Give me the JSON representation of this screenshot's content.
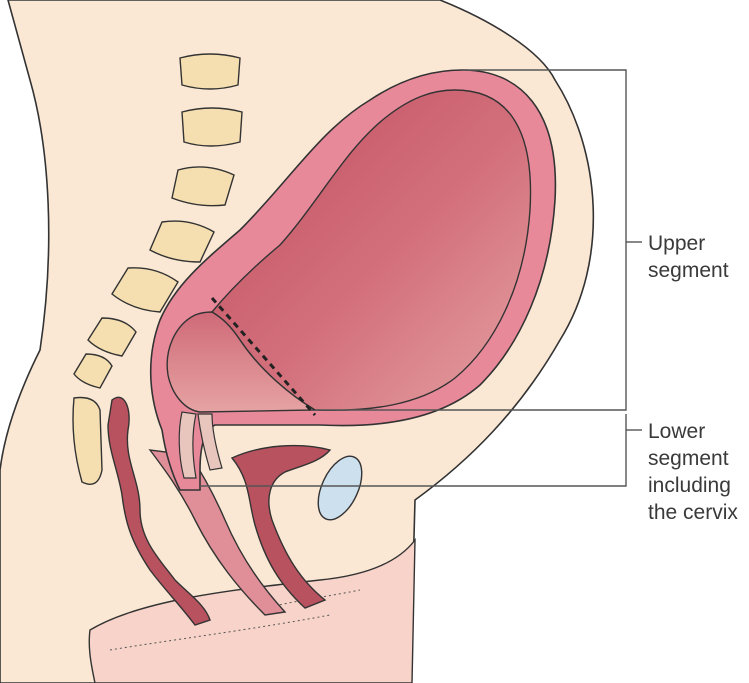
{
  "labels": {
    "upper": [
      "Upper",
      "segment"
    ],
    "lower": [
      "Lower",
      "segment",
      "including",
      "the cervix"
    ]
  },
  "colors": {
    "skin": "#fbe8d4",
    "skin_lower": "#f7d3c9",
    "bone": "#f5dfb0",
    "uterus_wall": "#e8899a",
    "uterus_cavity": "#cc6a78",
    "organ_dark": "#b8525f",
    "bladder": "#cde0ee",
    "outline": "#333333",
    "leader": "#555555"
  }
}
